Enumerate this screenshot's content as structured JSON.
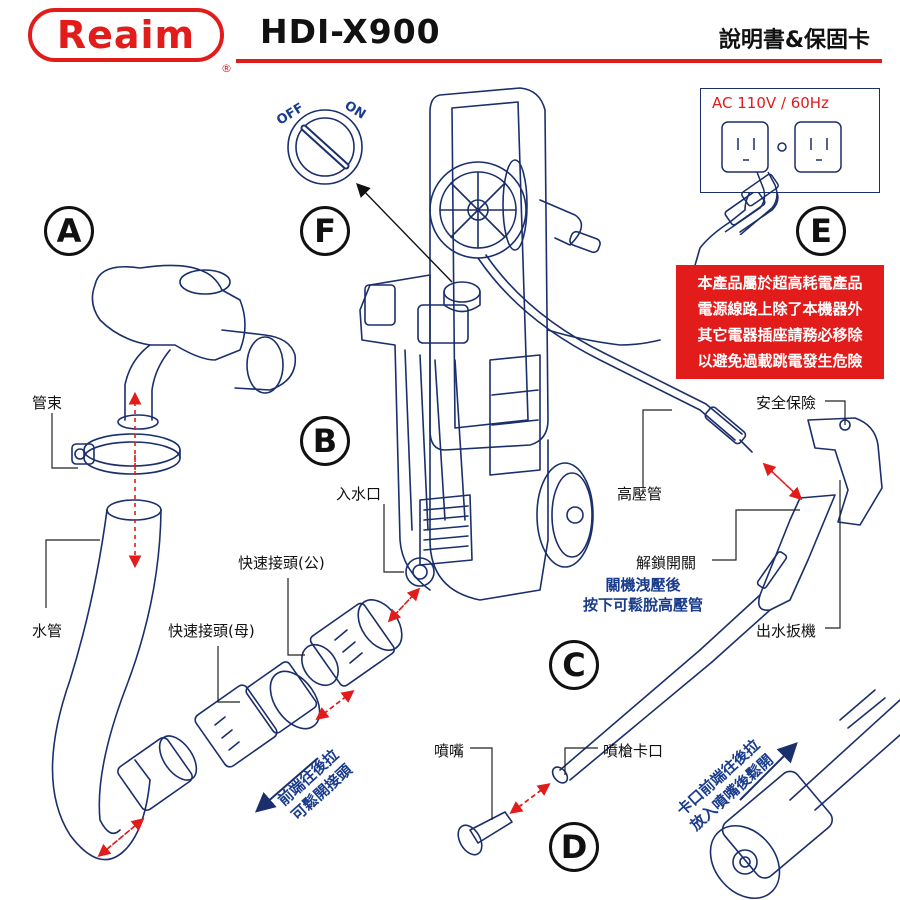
{
  "header": {
    "brand": "Reaim",
    "registered_mark": "®",
    "model": "HDI-X900",
    "document_title": "說明書&保固卡"
  },
  "sections": {
    "a": "A",
    "b": "B",
    "c": "C",
    "d": "D",
    "e": "E",
    "f": "F"
  },
  "switch": {
    "off": "OFF",
    "on": "ON"
  },
  "power": {
    "spec": "AC 110V / 60Hz",
    "warning_lines": [
      "本產品屬於超高耗電產品",
      "電源線路上除了本機器外",
      "其它電器插座請務必移除",
      "以避免過載跳電發生危險"
    ]
  },
  "labels": {
    "hose_clamp": "管束",
    "water_hose": "水管",
    "quick_connector_female": "快速接頭(母)",
    "quick_connector_male": "快速接頭(公)",
    "water_inlet": "入水口",
    "high_pressure_hose": "高壓管",
    "safety_lock": "安全保險",
    "unlock_switch": "解鎖開關",
    "trigger": "出水扳機",
    "nozzle": "噴嘴",
    "gun_clip": "噴槍卡口"
  },
  "notes": {
    "release_pressure_1": "關機洩壓後",
    "release_pressure_2": "按下可鬆脫高壓管",
    "pull_connector_1": "前端往後拉",
    "pull_connector_2": "可鬆開接頭",
    "pull_clip_1": "卡口前端往後拉",
    "pull_clip_2": "放入噴嘴後鬆開"
  },
  "colors": {
    "brand_red": "#e21b1b",
    "line_blue": "#1a2f6b",
    "note_blue": "#1a3c8c"
  }
}
